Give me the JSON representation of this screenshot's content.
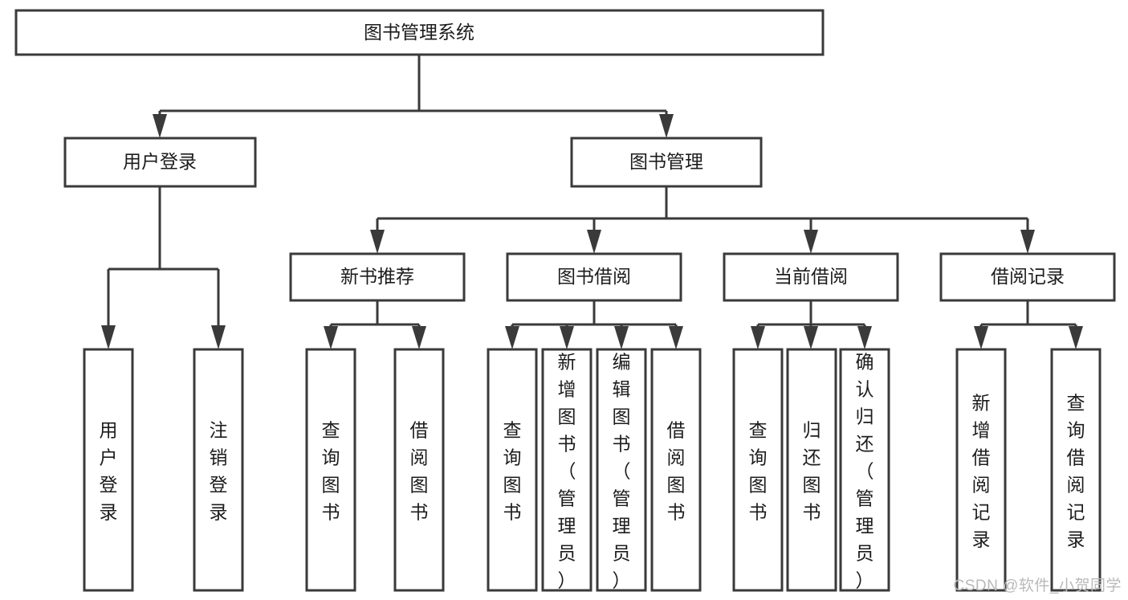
{
  "diagram": {
    "title": "图书管理系统",
    "watermark": "CSDN @软件_小贺同学",
    "colors": {
      "stroke": "#3a3a3a",
      "box_fill": "#ffffff",
      "text": "#1c1c1c",
      "background": "#ffffff",
      "watermark": "#b9b9b9"
    },
    "root": {
      "label": "图书管理系统"
    },
    "level1": [
      {
        "label": "用户登录"
      },
      {
        "label": "图书管理"
      }
    ],
    "level2": [
      {
        "label": "新书推荐"
      },
      {
        "label": "图书借阅"
      },
      {
        "label": "当前借阅"
      },
      {
        "label": "借阅记录"
      }
    ],
    "leaves": {
      "user_login": [
        {
          "label": "用户登录"
        },
        {
          "label": "注销登录"
        }
      ],
      "new_book_recommend": [
        {
          "label": "查询图书"
        },
        {
          "label": "借阅图书"
        }
      ],
      "book_borrow": [
        {
          "label": "查询图书"
        },
        {
          "label": "新增图书（管理员）"
        },
        {
          "label": "编辑图书（管理员）"
        },
        {
          "label": "借阅图书"
        }
      ],
      "current_borrow": [
        {
          "label": "查询图书"
        },
        {
          "label": "归还图书"
        },
        {
          "label": "确认归还（管理员）"
        }
      ],
      "borrow_record": [
        {
          "label": "新增借阅记录"
        },
        {
          "label": "查询借阅记录"
        }
      ]
    }
  }
}
